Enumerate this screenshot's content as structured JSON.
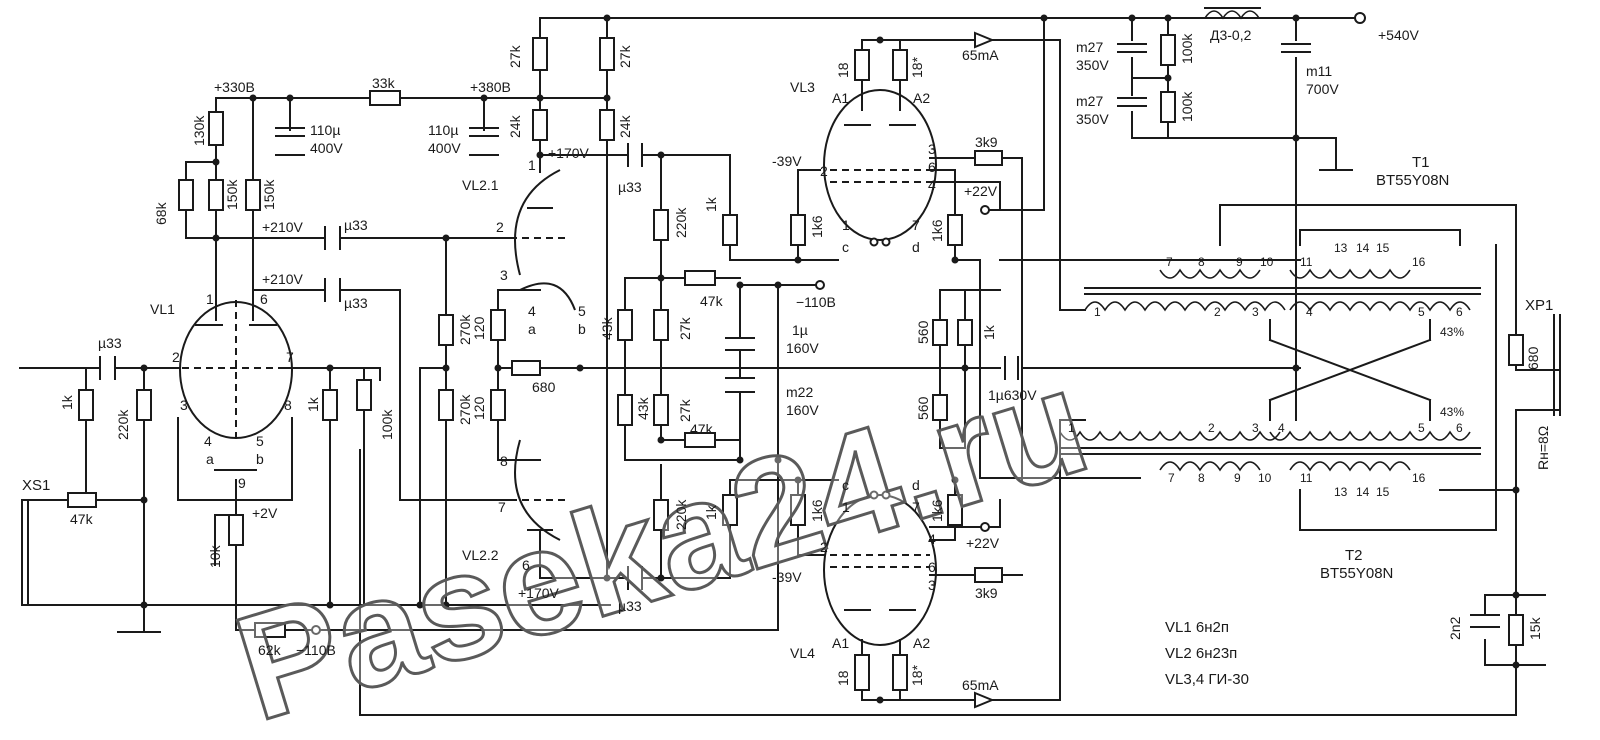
{
  "watermark": "Paseka24.ru",
  "labels": {
    "v330": "+330В",
    "r33k": "33k",
    "v380": "+380В",
    "v540": "+540V",
    "choke": "Д3-0,2",
    "r27k_a": "27k",
    "r27k_b": "27k",
    "r24k_a": "24k",
    "r24k_b": "24k",
    "r18_top_a": "18",
    "r18_top_b": "18*",
    "i65_top": "65mA",
    "c_m27_a": "m27",
    "c_350_a": "350V",
    "c_m27_b": "m27",
    "c_350_b": "350V",
    "r100k_a": "100k",
    "r100k_b": "100k",
    "c_m11": "m11",
    "c_700": "700V",
    "r130k": "130k",
    "c110_a": "110µ",
    "c400_a": "400V",
    "c110_b": "110µ",
    "c400_b": "400V",
    "vl3": "VL3",
    "a1_top": "A1",
    "a2_top": "A2",
    "vl21": "VL2.1",
    "v170_top": "+170V",
    "r68k": "68k",
    "r150k_a": "150k",
    "r150k_b": "150k",
    "c_u33_a": "µ33",
    "v210_a": "+210V",
    "c_u33_b": "µ33",
    "v39_top": "-39V",
    "r3k9_top": "3k9",
    "t1": "T1",
    "t1_type": "BT55Y08N",
    "r220k_top": "220k",
    "r1k_a": "1k",
    "r1k6_a": "1k6",
    "r1k6_b": "1k6",
    "v22_top": "+22V",
    "c_label": "c",
    "d_label": "d",
    "v210_b": "+210V",
    "c_u33_c": "µ33",
    "vl1": "VL1",
    "r47k_trim_a": "47k",
    "v110_top": "−110В",
    "xp1": "XP1",
    "pct43_a": "43%",
    "pct43_b": "43%",
    "r120_a": "120",
    "r43k_a": "43k",
    "r27k_c": "27k",
    "c1u": "1µ",
    "c160_a": "160V",
    "r560_a": "560",
    "r1k_b": "1k",
    "r680_a": "680",
    "c_u33_d": "µ33",
    "r220k_b": "220k",
    "r1k_c": "1k",
    "r100k_c": "100k",
    "r270k_a": "270k",
    "r270k_b": "270k",
    "r120_b": "120",
    "r43k_b": "43k",
    "r27k_d": "27k",
    "c_m22": "m22",
    "c160_b": "160V",
    "r560_b": "560",
    "c1u630": "1µ630V",
    "r680_b": "680",
    "rh": "Rн=8Ω",
    "xs1": "XS1",
    "r47k_in": "47k",
    "r10k": "10k",
    "v2": "+2V",
    "r47k_trim_b": "47k",
    "r220k_c": "220k",
    "r1k_d": "1k",
    "r1k6_c": "1k6",
    "r1k6_d": "1k6",
    "v22_bot": "+22V",
    "vl22": "VL2.2",
    "v170_bot": "+170V",
    "c_u33_e": "µ33",
    "v39_bot": "-39V",
    "r3k9_bot": "3k9",
    "t2": "T2",
    "t2_type": "BT55Y08N",
    "r62k": "62k",
    "v110_bot": "−110В",
    "vl4": "VL4",
    "a1_bot": "A1",
    "a2_bot": "A2",
    "r18_bot_a": "18",
    "r18_bot_b": "18*",
    "i65_bot": "65mA",
    "c2n2": "2n2",
    "r15k": "15k",
    "legend1": "VL1 6н2п",
    "legend2": "VL2 6н23п",
    "legend3": "VL3,4 ГИ-30",
    "pin1": "1",
    "pin2": "2",
    "pin3": "3",
    "pin4": "4",
    "pin5": "5",
    "pin6": "6",
    "pin7": "7",
    "pin8": "8",
    "pin9": "9",
    "pin10": "10",
    "pin11": "11",
    "pin13": "13",
    "pin14": "14",
    "pin15": "15",
    "pin16": "16",
    "pin_a": "a",
    "pin_b": "b"
  }
}
